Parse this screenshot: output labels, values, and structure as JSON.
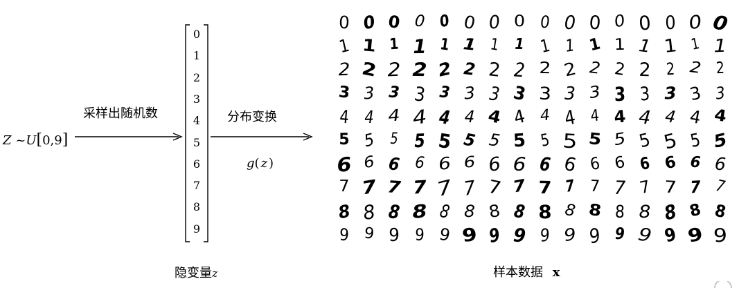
{
  "input": {
    "z": "Z",
    "tilde": "~",
    "u": "U",
    "bracket_open": "[",
    "interval": "0,9",
    "bracket_close": "]"
  },
  "arrow1_label": "采样出随机数",
  "arrow2_label": "分布变换",
  "transform": {
    "g": "g",
    "paren_open": "(",
    "var": "z",
    "paren_close": ")"
  },
  "latent_vector": [
    "0",
    "1",
    "2",
    "3",
    "4",
    "5",
    "6",
    "7",
    "8",
    "9"
  ],
  "latent_caption": {
    "text": "隐变量",
    "var": "z"
  },
  "sample_caption": {
    "text": "样本数据",
    "var": "x"
  },
  "sample_grid": [
    {
      "digit": "0",
      "count": 16
    },
    {
      "digit": "1",
      "count": 16
    },
    {
      "digit": "2",
      "count": 16
    },
    {
      "digit": "3",
      "count": 16
    },
    {
      "digit": "4",
      "count": 16
    },
    {
      "digit": "5",
      "count": 16
    },
    {
      "digit": "6",
      "count": 16
    },
    {
      "digit": "7",
      "count": 16
    },
    {
      "digit": "8",
      "count": 16
    },
    {
      "digit": "9",
      "count": 16
    }
  ]
}
